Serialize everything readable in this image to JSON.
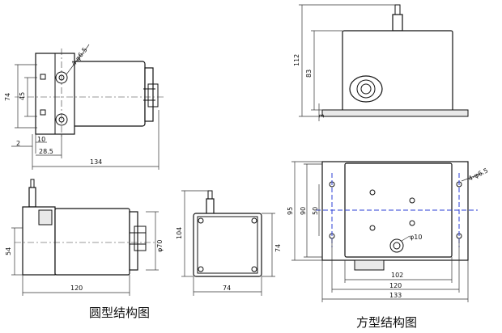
{
  "captions": {
    "round": "圆型结构图",
    "square": "方型结构图"
  },
  "round_top": {
    "hole": "4-φ6.5",
    "dim_height": "74",
    "dim_inner": "45",
    "dim_two": "2",
    "dim_ten": "10",
    "dim_offset": "28.5",
    "dim_length": "134"
  },
  "round_side": {
    "dim_height": "54",
    "dim_dia": "φ70",
    "dim_length": "120"
  },
  "round_front": {
    "dim_height": "104",
    "dim_right": "74",
    "dim_width": "74"
  },
  "square_side": {
    "dim_total": "112",
    "dim_body": "83",
    "dim_base": "3"
  },
  "square_plan": {
    "hole": "4-φ6.5",
    "outlet": "φ10",
    "dim_95": "95",
    "dim_90": "90",
    "dim_50": "50",
    "dim_102": "102",
    "dim_120": "120",
    "dim_133": "133"
  }
}
